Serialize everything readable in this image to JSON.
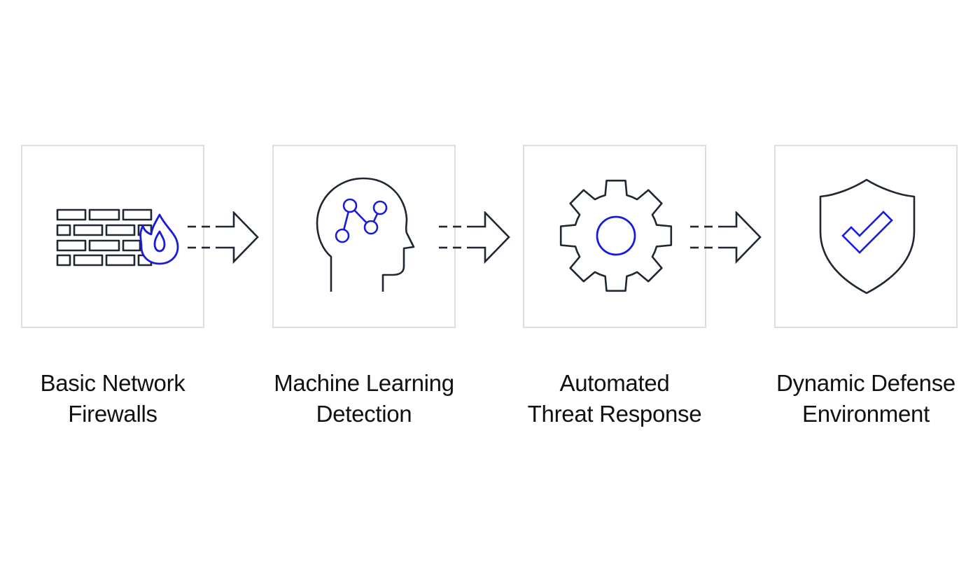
{
  "colors": {
    "outline": "#1f2733",
    "accent": "#1a1adb",
    "box_border": "#dedede",
    "text": "#111111"
  },
  "stages": [
    {
      "icon": "firewall-brick-wall-with-flame-icon",
      "label_line1": "Basic Network",
      "label_line2": "Firewalls"
    },
    {
      "icon": "head-with-neural-network-icon",
      "label_line1": "Machine Learning",
      "label_line2": "Detection"
    },
    {
      "icon": "gear-icon",
      "label_line1": "Automated",
      "label_line2": "Threat Response"
    },
    {
      "icon": "shield-with-checkmark-icon",
      "label_line1": "Dynamic Defense",
      "label_line2": "Environment"
    }
  ]
}
